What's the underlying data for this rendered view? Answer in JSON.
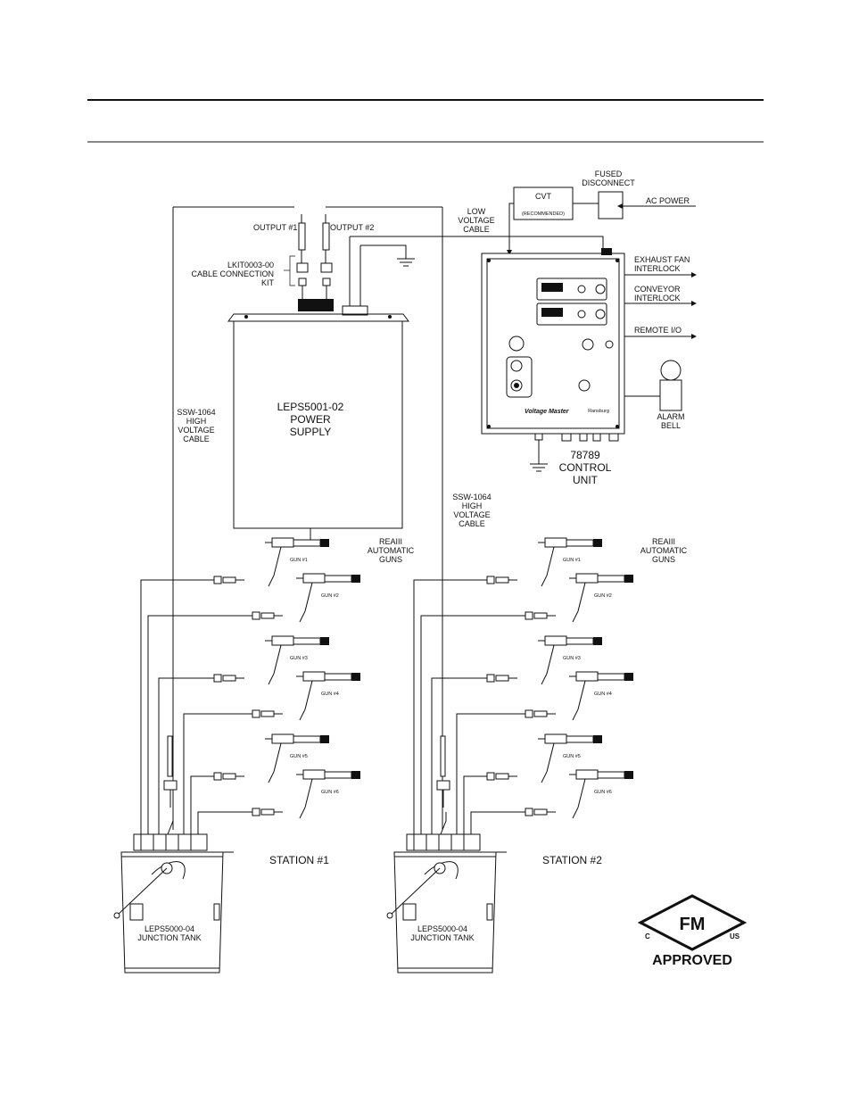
{
  "power_supply": {
    "output1": "OUTPUT #1",
    "output2": "OUTPUT #2",
    "kit_line1": "LKIT0003-00",
    "kit_line2": "CABLE CONNECTION",
    "kit_line3": "KIT",
    "name_line1": "LEPS5001-02",
    "name_line2": "POWER",
    "name_line3": "SUPPLY"
  },
  "hv_cable_left": [
    "SSW-1064",
    "HIGH",
    "VOLTAGE",
    "CABLE"
  ],
  "hv_cable_right": [
    "SSW-1064",
    "HIGH",
    "VOLTAGE",
    "CABLE"
  ],
  "low_voltage_cable": [
    "LOW",
    "VOLTAGE",
    "CABLE"
  ],
  "cvt": {
    "label": "CVT",
    "sub": "(RECOMMENDED)"
  },
  "fused_disconnect": [
    "FUSED",
    "DISCONNECT"
  ],
  "ac_power": "AC POWER",
  "control_unit": {
    "name_line1": "78789",
    "name_line2": "CONTROL",
    "name_line3": "UNIT",
    "brand": "Voltage Master",
    "brand_sub": "Ransburg"
  },
  "interlocks": {
    "exhaust_line1": "EXHAUST FAN",
    "exhaust_line2": "INTERLOCK",
    "conveyor_line1": "CONVEYOR",
    "conveyor_line2": "INTERLOCK",
    "remote": "REMOTE I/O",
    "alarm_line1": "ALARM",
    "alarm_line2": "BELL"
  },
  "guns_label": [
    "REAIII",
    "AUTOMATIC",
    "GUNS"
  ],
  "gun_labels": [
    "GUN #1",
    "GUN #2",
    "GUN #3",
    "GUN #4",
    "GUN #5",
    "GUN #6"
  ],
  "stations": [
    {
      "label": "STATION #1",
      "tank_line1": "LEPS5000-04",
      "tank_line2": "JUNCTION TANK"
    },
    {
      "label": "STATION #2",
      "tank_line1": "LEPS5000-04",
      "tank_line2": "JUNCTION TANK"
    }
  ],
  "fm_badge": {
    "mark": "FM",
    "left": "C",
    "right": "US",
    "approved": "APPROVED"
  }
}
